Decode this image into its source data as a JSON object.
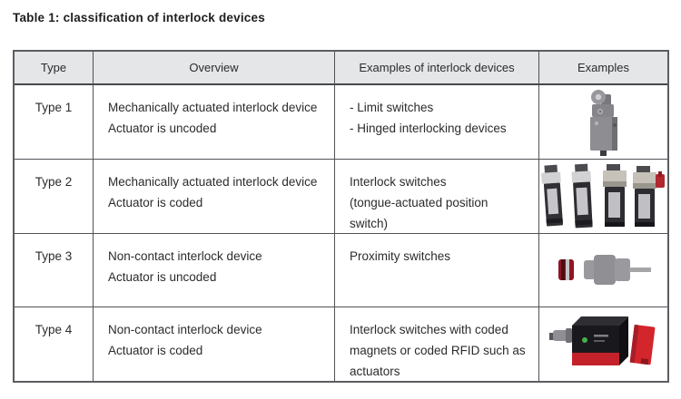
{
  "title": "Table 1: classification of interlock devices",
  "colors": {
    "header_bg": "#e5e6e8",
    "border": "#515256",
    "text": "#2b2b2d",
    "red_accent": "#c4222a",
    "device_grey": "#8d8d92"
  },
  "table": {
    "headers": [
      "Type",
      "Overview",
      "Examples of interlock devices",
      "Examples"
    ],
    "rows": [
      {
        "type": "Type 1",
        "overview": "Mechanically actuated interlock device\nActuator is uncoded",
        "examples": "- Limit switches\n- Hinged interlocking devices",
        "image": "limit-switch-photo"
      },
      {
        "type": "Type 2",
        "overview": "Mechanically actuated interlock device\nActuator is coded",
        "examples": "Interlock switches\n(tongue-actuated position switch)",
        "image": "tongue-interlock-switches-photo"
      },
      {
        "type": "Type 3",
        "overview": "Non-contact interlock device\nActuator is uncoded",
        "examples": "Proximity switches",
        "image": "proximity-switch-photo"
      },
      {
        "type": "Type 4",
        "overview": "Non-contact interlock device\nActuator is coded",
        "examples": "Interlock switches with coded magnets or coded RFID such as actuators",
        "image": "rfid-interlock-switch-photo"
      }
    ]
  }
}
